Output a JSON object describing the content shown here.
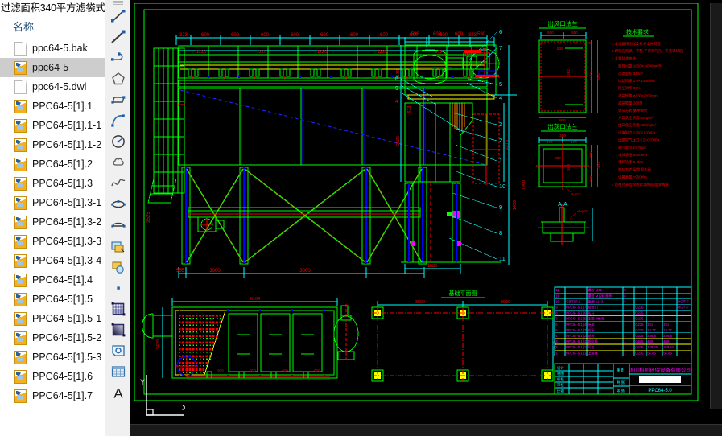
{
  "window": {
    "title": "过滤面积340平方滤袋式除",
    "title_truncated": true
  },
  "explorer": {
    "column_header": "名称",
    "selected_index": 1,
    "files": [
      {
        "name": "ppc64-5.bak",
        "type": "doc"
      },
      {
        "name": "ppc64-5",
        "type": "dwg"
      },
      {
        "name": "ppc64-5.dwl",
        "type": "doc"
      },
      {
        "name": "PPC64-5[1].1",
        "type": "dwg"
      },
      {
        "name": "PPC64-5[1].1-1",
        "type": "dwg"
      },
      {
        "name": "PPC64-5[1].1-2",
        "type": "dwg"
      },
      {
        "name": "PPC64-5[1].2",
        "type": "dwg"
      },
      {
        "name": "PPC64-5[1].3",
        "type": "dwg"
      },
      {
        "name": "PPC64-5[1].3-1",
        "type": "dwg"
      },
      {
        "name": "PPC64-5[1].3-2",
        "type": "dwg"
      },
      {
        "name": "PPC64-5[1].3-3",
        "type": "dwg"
      },
      {
        "name": "PPC64-5[1].3-4",
        "type": "dwg"
      },
      {
        "name": "PPC64-5[1].4",
        "type": "dwg"
      },
      {
        "name": "PPC64-5[1].5",
        "type": "dwg"
      },
      {
        "name": "PPC64-5[1].5-1",
        "type": "dwg"
      },
      {
        "name": "PPC64-5[1].5-2",
        "type": "dwg"
      },
      {
        "name": "PPC64-5[1].5-3",
        "type": "dwg"
      },
      {
        "name": "PPC64-5[1].6",
        "type": "dwg"
      },
      {
        "name": "PPC64-5[1].7",
        "type": "dwg"
      }
    ]
  },
  "toolbar": {
    "tools": [
      {
        "icon": "line-icon",
        "label": "Line"
      },
      {
        "icon": "ray-icon",
        "label": "Construction Line"
      },
      {
        "icon": "polyline-icon",
        "label": "Polyline"
      },
      {
        "icon": "polygon-icon",
        "label": "Polygon"
      },
      {
        "icon": "rectangle-icon",
        "label": "Rectangle"
      },
      {
        "icon": "arc-icon",
        "label": "Arc"
      },
      {
        "icon": "circle-icon",
        "label": "Circle"
      },
      {
        "icon": "revcloud-icon",
        "label": "Revision Cloud"
      },
      {
        "icon": "spline-icon",
        "label": "Spline"
      },
      {
        "icon": "ellipse-icon",
        "label": "Ellipse"
      },
      {
        "icon": "ellipse-arc-icon",
        "label": "Ellipse Arc"
      },
      {
        "icon": "insert-block-icon",
        "label": "Insert Block"
      },
      {
        "icon": "make-block-icon",
        "label": "Make Block"
      },
      {
        "icon": "point-icon",
        "label": "Point"
      },
      {
        "icon": "hatch-icon",
        "label": "Hatch"
      },
      {
        "icon": "gradient-icon",
        "label": "Gradient"
      },
      {
        "icon": "region-icon",
        "label": "Region"
      },
      {
        "icon": "table-icon",
        "label": "Table"
      },
      {
        "icon": "mtext-icon",
        "label": "Multiline Text"
      }
    ]
  },
  "drawing": {
    "colors": {
      "green": "#00ff00",
      "cyan": "#00ffff",
      "red": "#ff0000",
      "yellow": "#ffff00",
      "blue": "#0000ff",
      "magenta": "#ff00ff",
      "white": "#ffffff",
      "background": "#000000"
    },
    "front_view": {
      "top_chain": [
        "323",
        "600",
        "600",
        "600",
        "600",
        "600",
        "600",
        "600",
        "600",
        "600",
        "323"
      ],
      "bay_labels": [
        "1220",
        "1220",
        "1220",
        "1220",
        "912"
      ],
      "leaders": [
        "6",
        "7",
        "8",
        "9",
        "5",
        "4",
        "3",
        "2",
        "1",
        "10",
        "11"
      ],
      "bottom_dims": [
        "555",
        "3000",
        "3000"
      ],
      "left_dims": [
        "2525",
        "1420",
        "1790"
      ]
    },
    "side_view": {
      "top_dims": [
        "593",
        "600",
        "600",
        "590"
      ],
      "stack_dims": [
        "1179",
        "613",
        "327",
        "2275",
        "1420",
        "7960",
        "2525"
      ],
      "leaders": [
        "8",
        "9",
        "4",
        "2"
      ]
    },
    "details": [
      {
        "title": "出风口法兰",
        "dims": [
          "650",
          "650",
          "70",
          "935",
          "262",
          "1162",
          "846",
          "806",
          "70"
        ]
      },
      {
        "title": "出灰口法兰",
        "dims": [
          "300",
          "175",
          "175",
          "300",
          "300",
          "125",
          "125",
          "4-φ12"
        ]
      },
      {
        "title": "A-A",
        "dims": [
          "4-φ10"
        ]
      }
    ],
    "notes": {
      "title": "技术要求",
      "lines": [
        "1.本设备按图样及技术文件制造",
        "2.焊缝应饱满、平整,不得有气孔、夹渣等缺陷",
        "3.主要技术参数:",
        "   处理风量:18000~40000m³/h",
        "   过滤面积:340m²",
        "   过滤风速:1.0~1.5m/min",
        "   除尘效率:99%",
        "   滤袋规格:φ130×2200mm",
        "   滤袋数量:288条",
        "   清灰方式:脉冲喷吹",
        "   入口含尘浓度:≤20g/m³",
        "   出口含尘浓度:≤50mg/m³",
        "   设备阻力:1200~1500Pa",
        "   压缩空气压力:0.5~0.7MPa",
        "   耗气量:0.8m³/min",
        "   本体承压:±5000Pa",
        "   电机功率:2.2kW",
        "   卸灰方式:星型卸灰阀",
        "   设备重量:≈9500kg",
        "4.设备外表面涂防锈漆两道,面漆两道"
      ]
    },
    "plan_view": {
      "title": "基础平面图",
      "dims": [
        "6104",
        "2428",
        "2525",
        "3000",
        "3000",
        "610",
        "610",
        "610",
        "610"
      ]
    },
    "parts_table": {
      "columns": [
        "序号",
        "代号",
        "名称",
        "数量",
        "材料",
        "单重",
        "总重",
        "备注"
      ],
      "rows": [
        {
          "no": "12",
          "code": "",
          "name": "螺栓  M12",
          "qty": "8",
          "mat": "",
          "unit": "",
          "total": "",
          "note": ""
        },
        {
          "no": "11",
          "code": "",
          "name": "螺母  M12标准件",
          "qty": "8",
          "mat": "",
          "unit": "",
          "total": "",
          "note": ""
        },
        {
          "no": "10",
          "code": "GB/T97.1",
          "name": "垫圈  12×24",
          "qty": "8",
          "mat": "",
          "unit": "",
          "total": "",
          "note": "HG/T-7"
        },
        {
          "no": "9",
          "code": "PPC64-5[1].7",
          "name": "检修门",
          "qty": "1",
          "mat": "Q235",
          "unit": "",
          "total": "",
          "note": "HG/T-7"
        },
        {
          "no": "8",
          "code": "PPC64-5[1].6",
          "name": "灰斗",
          "qty": "1",
          "mat": "Q235",
          "unit": "",
          "total": "",
          "note": ""
        },
        {
          "no": "7",
          "code": "PPC64-5[1].5",
          "name": "支腿  4根/组",
          "qty": "4",
          "mat": "Q235",
          "unit": "",
          "total": "",
          "note": ""
        },
        {
          "no": "6",
          "code": "PPC64-5[1].4",
          "name": "壳体",
          "qty": "1",
          "mat": "Q235",
          "unit": "251",
          "total": "251",
          "note": ""
        },
        {
          "no": "5",
          "code": "PPC64-5[1].3",
          "name": "花板",
          "qty": "1",
          "mat": "Q235",
          "unit": "13.17",
          "total": "13.17",
          "note": ""
        },
        {
          "no": "4",
          "code": "PPC64-5[1].2",
          "name": "滤袋",
          "qty": "1",
          "mat": "Q235",
          "unit": "288条",
          "total": "288条",
          "note": ""
        },
        {
          "no": "3",
          "code": "PPC64-5[1].1-2",
          "name": "喷吹管",
          "qty": "1",
          "mat": "Q235",
          "unit": "480",
          "total": "480",
          "note": ""
        },
        {
          "no": "2",
          "code": "PPC64-5[1].1-1",
          "name": "气包",
          "qty": "1",
          "mat": "Q235",
          "unit": "129.26",
          "total": "259.52",
          "note": ""
        },
        {
          "no": "1",
          "code": "PPC64-5[1].1",
          "name": "上箱体",
          "qty": "1",
          "mat": "Q235",
          "unit": "56.93",
          "total": "56.93",
          "note": ""
        }
      ]
    },
    "title_block": {
      "company": "银川科创环保设备有限公司",
      "drawing_no": "PPC64-5.0",
      "fields": [
        "设计",
        "制图",
        "校核",
        "审核",
        "比例",
        "重量",
        "共 张",
        "第 张"
      ]
    }
  },
  "statusbar": {
    "ucs_icon": "ucs-axis-icon"
  }
}
